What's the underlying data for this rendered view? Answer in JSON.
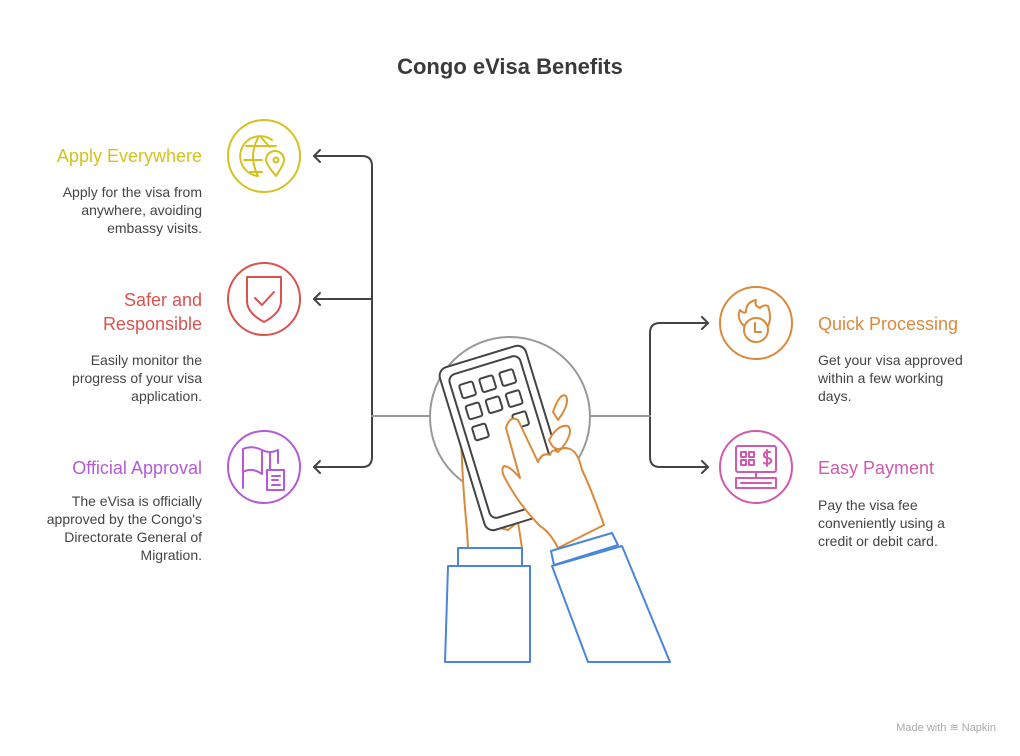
{
  "title": "Congo eVisa Benefits",
  "left": [
    {
      "heading": "Apply Everywhere",
      "description": [
        "Apply for the visa from",
        "anywhere, avoiding",
        "embassy visits."
      ],
      "color": "#D4C21E",
      "icon": "globe-location-icon"
    },
    {
      "heading": [
        "Safer and",
        "Responsible"
      ],
      "description": [
        "Easily monitor the",
        "progress of your visa",
        "application."
      ],
      "color": "#D9534F",
      "icon": "shield-check-icon"
    },
    {
      "heading": "Official Approval",
      "description": [
        "The eVisa is officially",
        "approved by the Congo's",
        "Directorate General of",
        "Migration."
      ],
      "color": "#B35BD6",
      "icon": "map-document-icon"
    }
  ],
  "right": [
    {
      "heading": "Quick Processing",
      "description": [
        "Get your visa approved",
        "within a few working",
        "days."
      ],
      "color": "#D98A3A",
      "icon": "fire-clock-icon"
    },
    {
      "heading": "Easy Payment",
      "description": [
        "Pay the visa fee",
        "conveniently using a",
        "credit or debit card."
      ],
      "color": "#CF5AAE",
      "icon": "payment-terminal-icon"
    }
  ],
  "footer": {
    "made_with": "Made with",
    "brand": "Napkin"
  }
}
